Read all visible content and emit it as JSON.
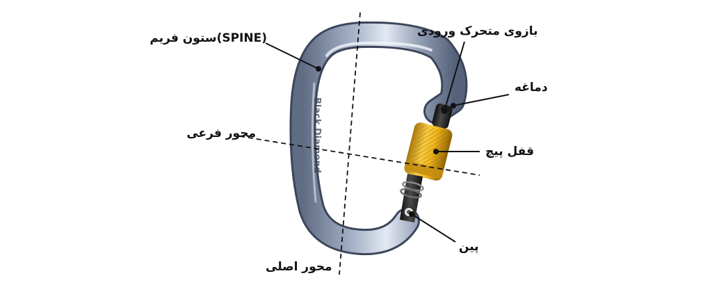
{
  "labels": {
    "spine": "ستون فریم(SPINE)",
    "gate": "بازوی متحرک ورودی",
    "nose": "دماغه",
    "minor_axis": "محور فرعی",
    "screw_lock": "قفل پیچ",
    "pin": "پین",
    "major_axis": "محور اصلی"
  },
  "brand": "Black Diamond",
  "colors": {
    "frame": "#8d9bb4",
    "frame_highlight": "#dbe3f0",
    "lock_gold": "#f2b51c",
    "gate_dark": "#2b2b2b",
    "line": "#111111"
  }
}
